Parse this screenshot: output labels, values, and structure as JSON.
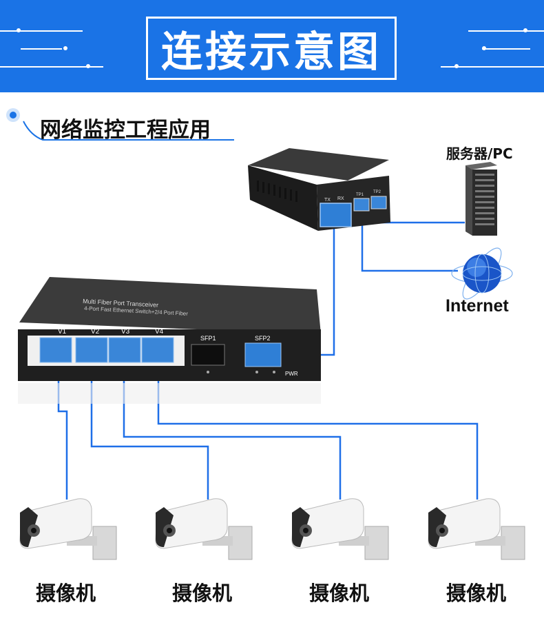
{
  "header": {
    "title": "连接示意图"
  },
  "section": {
    "title": "网络监控工程应用"
  },
  "media_converter": {
    "ports": [
      "TX",
      "RX",
      "TP1",
      "TP2"
    ]
  },
  "switch": {
    "title_line1": "Multi Fiber Port Transceiver",
    "title_line2": "4-Port Fast Ethernet Switch+2/4 Port Fiber",
    "ports": [
      "V1",
      "V2",
      "V3",
      "V4"
    ],
    "sfp_ports": [
      "SFP1",
      "SFP2"
    ],
    "power_label": "PWR"
  },
  "server": {
    "label": "服务器/PC"
  },
  "internet": {
    "label": "Internet"
  },
  "cameras": [
    {
      "label": "摄像机"
    },
    {
      "label": "摄像机"
    },
    {
      "label": "摄像机"
    },
    {
      "label": "摄像机"
    }
  ],
  "colors": {
    "banner": "#1a73e6",
    "cable": "#1e6fe8",
    "port": "#3a86d8",
    "device": "#222222"
  }
}
